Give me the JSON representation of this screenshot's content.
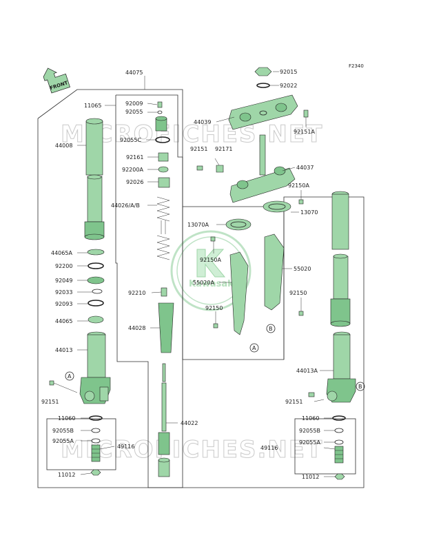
{
  "diagram_code": "F2340",
  "front_arrow": "FRONT",
  "watermark": "MICROFICHES.NET",
  "logo_text": "Kawasaki",
  "ref_a": "A",
  "ref_b": "B",
  "labels": {
    "p44075": "44075",
    "p11065": "11065",
    "p92009": "92009",
    "p92055": "92055",
    "p44008": "44008",
    "p92055c": "92055C",
    "p92161": "92161",
    "p92200a": "92200A",
    "p92026": "92026",
    "p44026ab": "44026/A/B",
    "p44065a": "44065A",
    "p92200": "92200",
    "p92049": "92049",
    "p92033": "92033",
    "p92093": "92093",
    "p44065": "44065",
    "p44013": "44013",
    "p92151_left": "92151",
    "p11060_left": "11060",
    "p92055b_left": "92055B",
    "p92055a_left": "92055A",
    "p49116_left": "49116",
    "p11012_left": "11012",
    "p92210": "92210",
    "p44028": "44028",
    "p44022": "44022",
    "p92015": "92015",
    "p92022": "92022",
    "p44039": "44039",
    "p92151a": "92151A",
    "p92151_top": "92151",
    "p92171": "92171",
    "p44037": "44037",
    "p92150a_top": "92150A",
    "p13070": "13070",
    "p13070a": "13070A",
    "p92150a_mid": "92150A",
    "p55020": "55020",
    "p55020a": "55020A",
    "p92150_right": "92150",
    "p92150_mid": "92150",
    "p44013a": "44013A",
    "p92151_right": "92151",
    "p11060_right": "11060",
    "p92055b_right": "92055B",
    "p92055a_right": "92055A",
    "p49116_right": "49116",
    "p11012_right": "11012"
  },
  "colors": {
    "part_fill": "#9fd6a8",
    "part_fill_dark": "#7fc48c",
    "line": "#1f1f1f",
    "watermark": "#c9c9c9"
  }
}
